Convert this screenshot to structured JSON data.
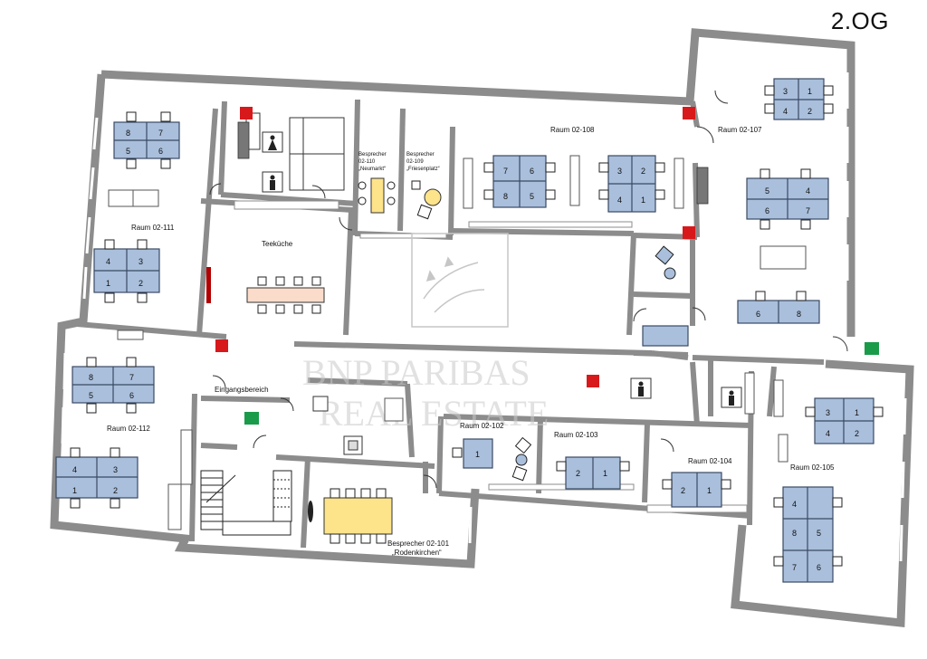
{
  "floor_label": "2.OG",
  "watermark": {
    "line1": "BNP PARIBAS",
    "line2": "REAL ESTATE"
  },
  "rooms": {
    "r108": "Raum 02-108",
    "r107": "Raum 02-107",
    "r111": "Raum 02-111",
    "teekueche": "Teeküche",
    "r112": "Raum 02-112",
    "eingang": "Eingangsbereich",
    "r102": "Raum 02-102",
    "r103": "Raum 02-103",
    "r104": "Raum 02-104",
    "r105": "Raum 02-105",
    "b110_1": "Besprecher",
    "b110_2": "02-110",
    "b110_3": "„Neumarkt“",
    "b109_1": "Besprecher",
    "b109_2": "02-109",
    "b109_3": "„Friesenplatz“",
    "b101_1": "Besprecher 02-101",
    "b101_2": "„Rodenkirchen“"
  },
  "colors": {
    "wall": "#8c8c8c",
    "desk": "#a9bfdc",
    "desk_stroke": "#3a4a63",
    "meeting_table": "#fde38a",
    "kitchen_table": "#fbdccb",
    "emergency": "#d7191c",
    "exit_green": "#1a9b4a"
  }
}
